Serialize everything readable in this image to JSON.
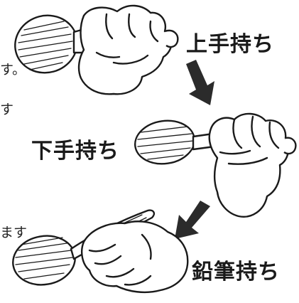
{
  "labels": {
    "overhand": "上手持ち",
    "underhand": "下手持ち",
    "pencil": "鉛筆持ち"
  },
  "text_fragments": {
    "line1": "す。",
    "line2": "す",
    "line3": "ます"
  },
  "arrows": {
    "color": "#2b2b2b",
    "direction": [
      "down-right",
      "down-left"
    ]
  }
}
